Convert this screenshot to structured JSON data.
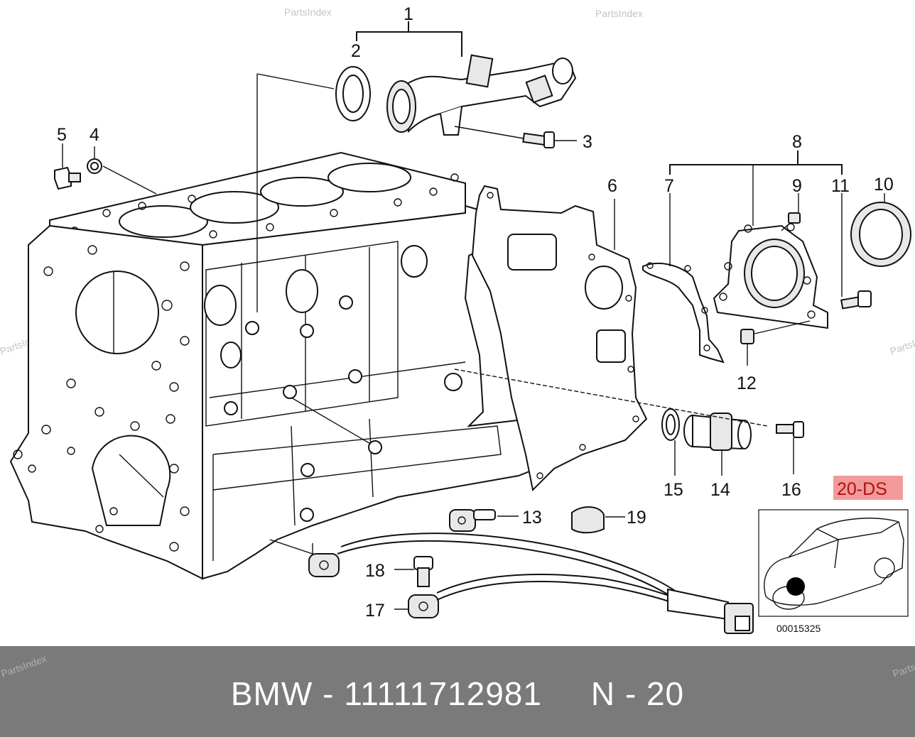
{
  "watermark": "PartsIndex",
  "diagram_code": "20-DS",
  "image_number": "00015325",
  "footer": {
    "brand": "BMW",
    "part_number": "11111712981",
    "group": "N - 20",
    "separator": "-"
  },
  "callouts": [
    "1",
    "2",
    "3",
    "4",
    "5",
    "6",
    "7",
    "8",
    "9",
    "10",
    "11",
    "12",
    "13",
    "14",
    "15",
    "16",
    "17",
    "18",
    "19"
  ],
  "colors": {
    "badge_bg": "#f29a9a",
    "badge_text": "#b01010",
    "footer_bg": "#7a7a7a"
  }
}
